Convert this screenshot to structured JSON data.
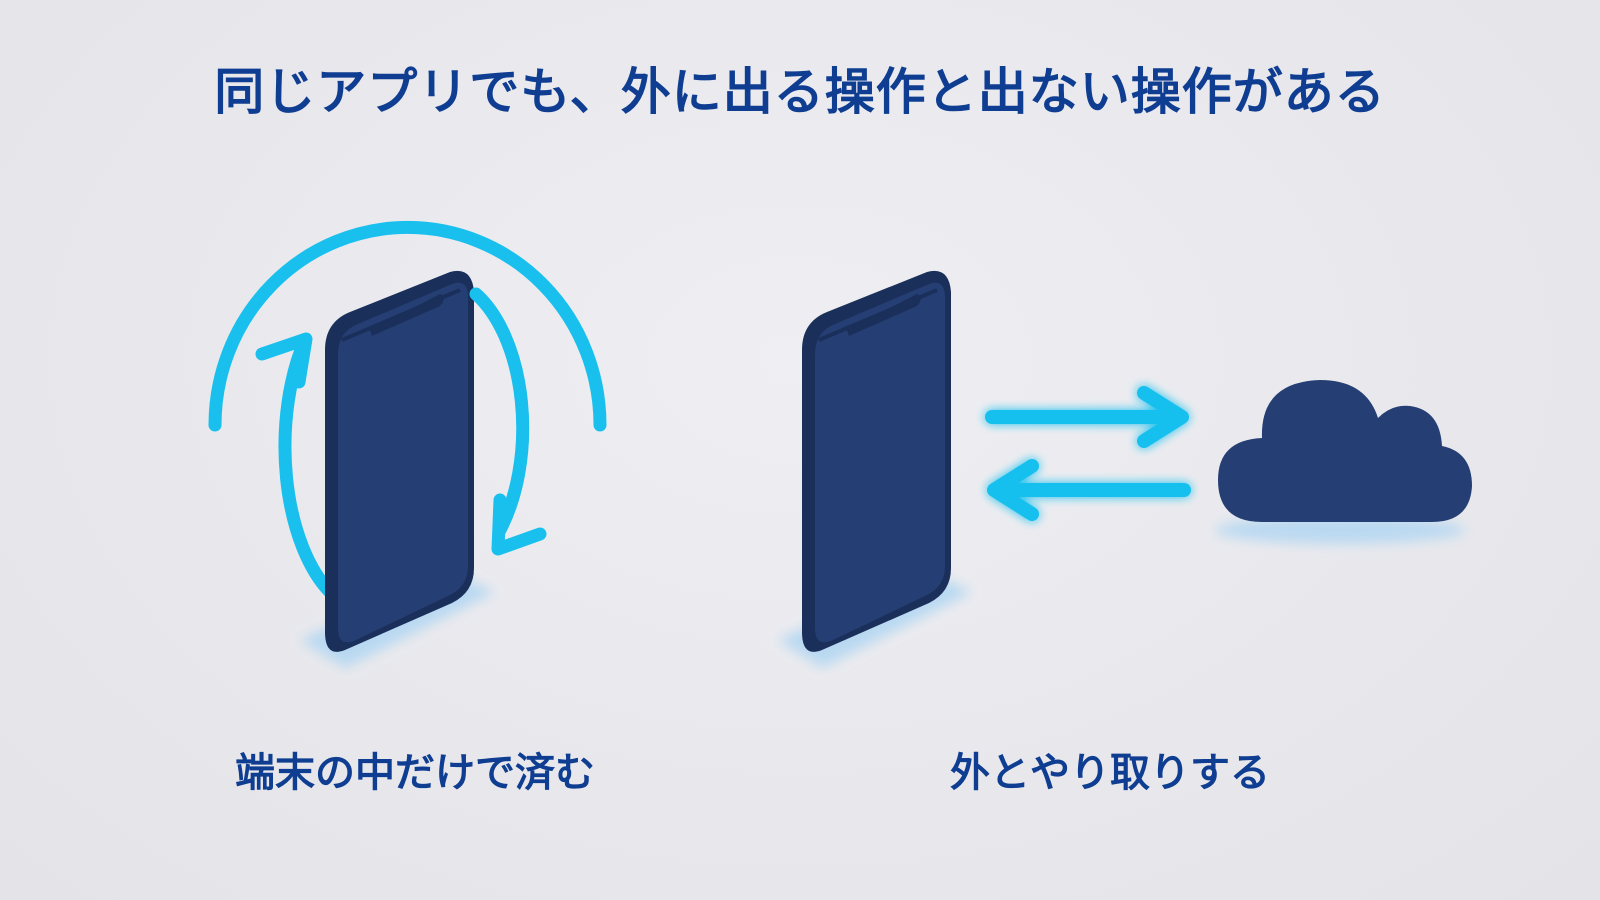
{
  "title": "同じアプリでも、外に出る操作と出ない操作がある",
  "panels": [
    {
      "caption": "端末の中だけで済む",
      "icon": "rotate-arrows-icon"
    },
    {
      "caption": "外とやり取りする",
      "icon": "cloud-icon"
    }
  ],
  "colors": {
    "title": "#0f3d91",
    "device": "#243d6f",
    "device_edge": "#1b2f5b",
    "accent": "#19c0ee",
    "shadow": "#b6d8f2",
    "background": "#e9e9ee"
  }
}
